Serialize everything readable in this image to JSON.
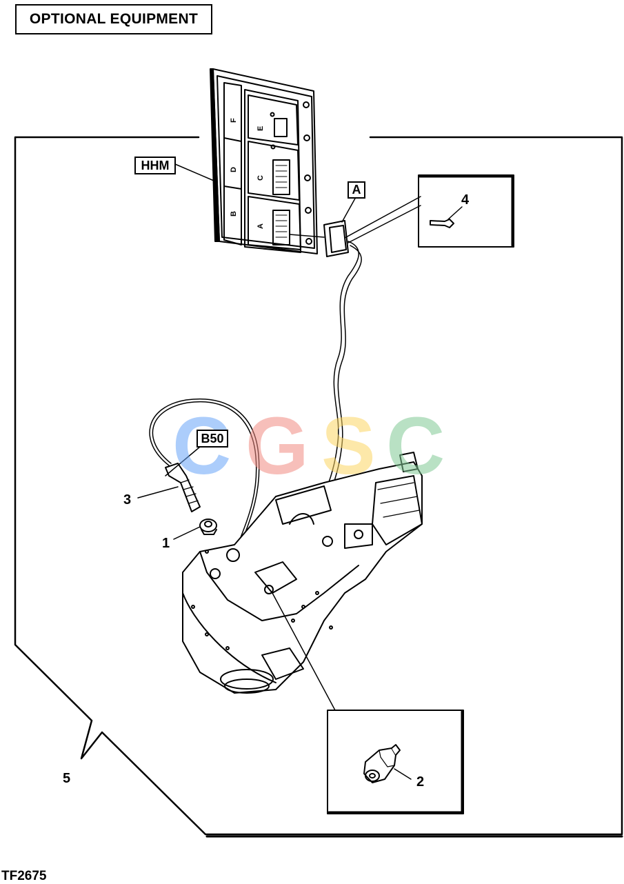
{
  "header": {
    "title": "OPTIONAL EQUIPMENT"
  },
  "figure_id": "TF2675",
  "tags": {
    "hhm": "HHM",
    "connector_a": "A",
    "sensor": "B50"
  },
  "callouts": {
    "nut": "1",
    "adapter": "2",
    "sensor": "3",
    "terminal": "4",
    "harness": "5"
  },
  "module_ports": {
    "a": "A",
    "b": "B",
    "c": "C",
    "d": "D",
    "e": "E",
    "f": "F"
  },
  "watermark": {
    "letters": [
      "C",
      "G",
      "S",
      "C"
    ],
    "colors": [
      "#6aa6f8",
      "#f28b82",
      "#fdd663",
      "#81c995"
    ]
  }
}
